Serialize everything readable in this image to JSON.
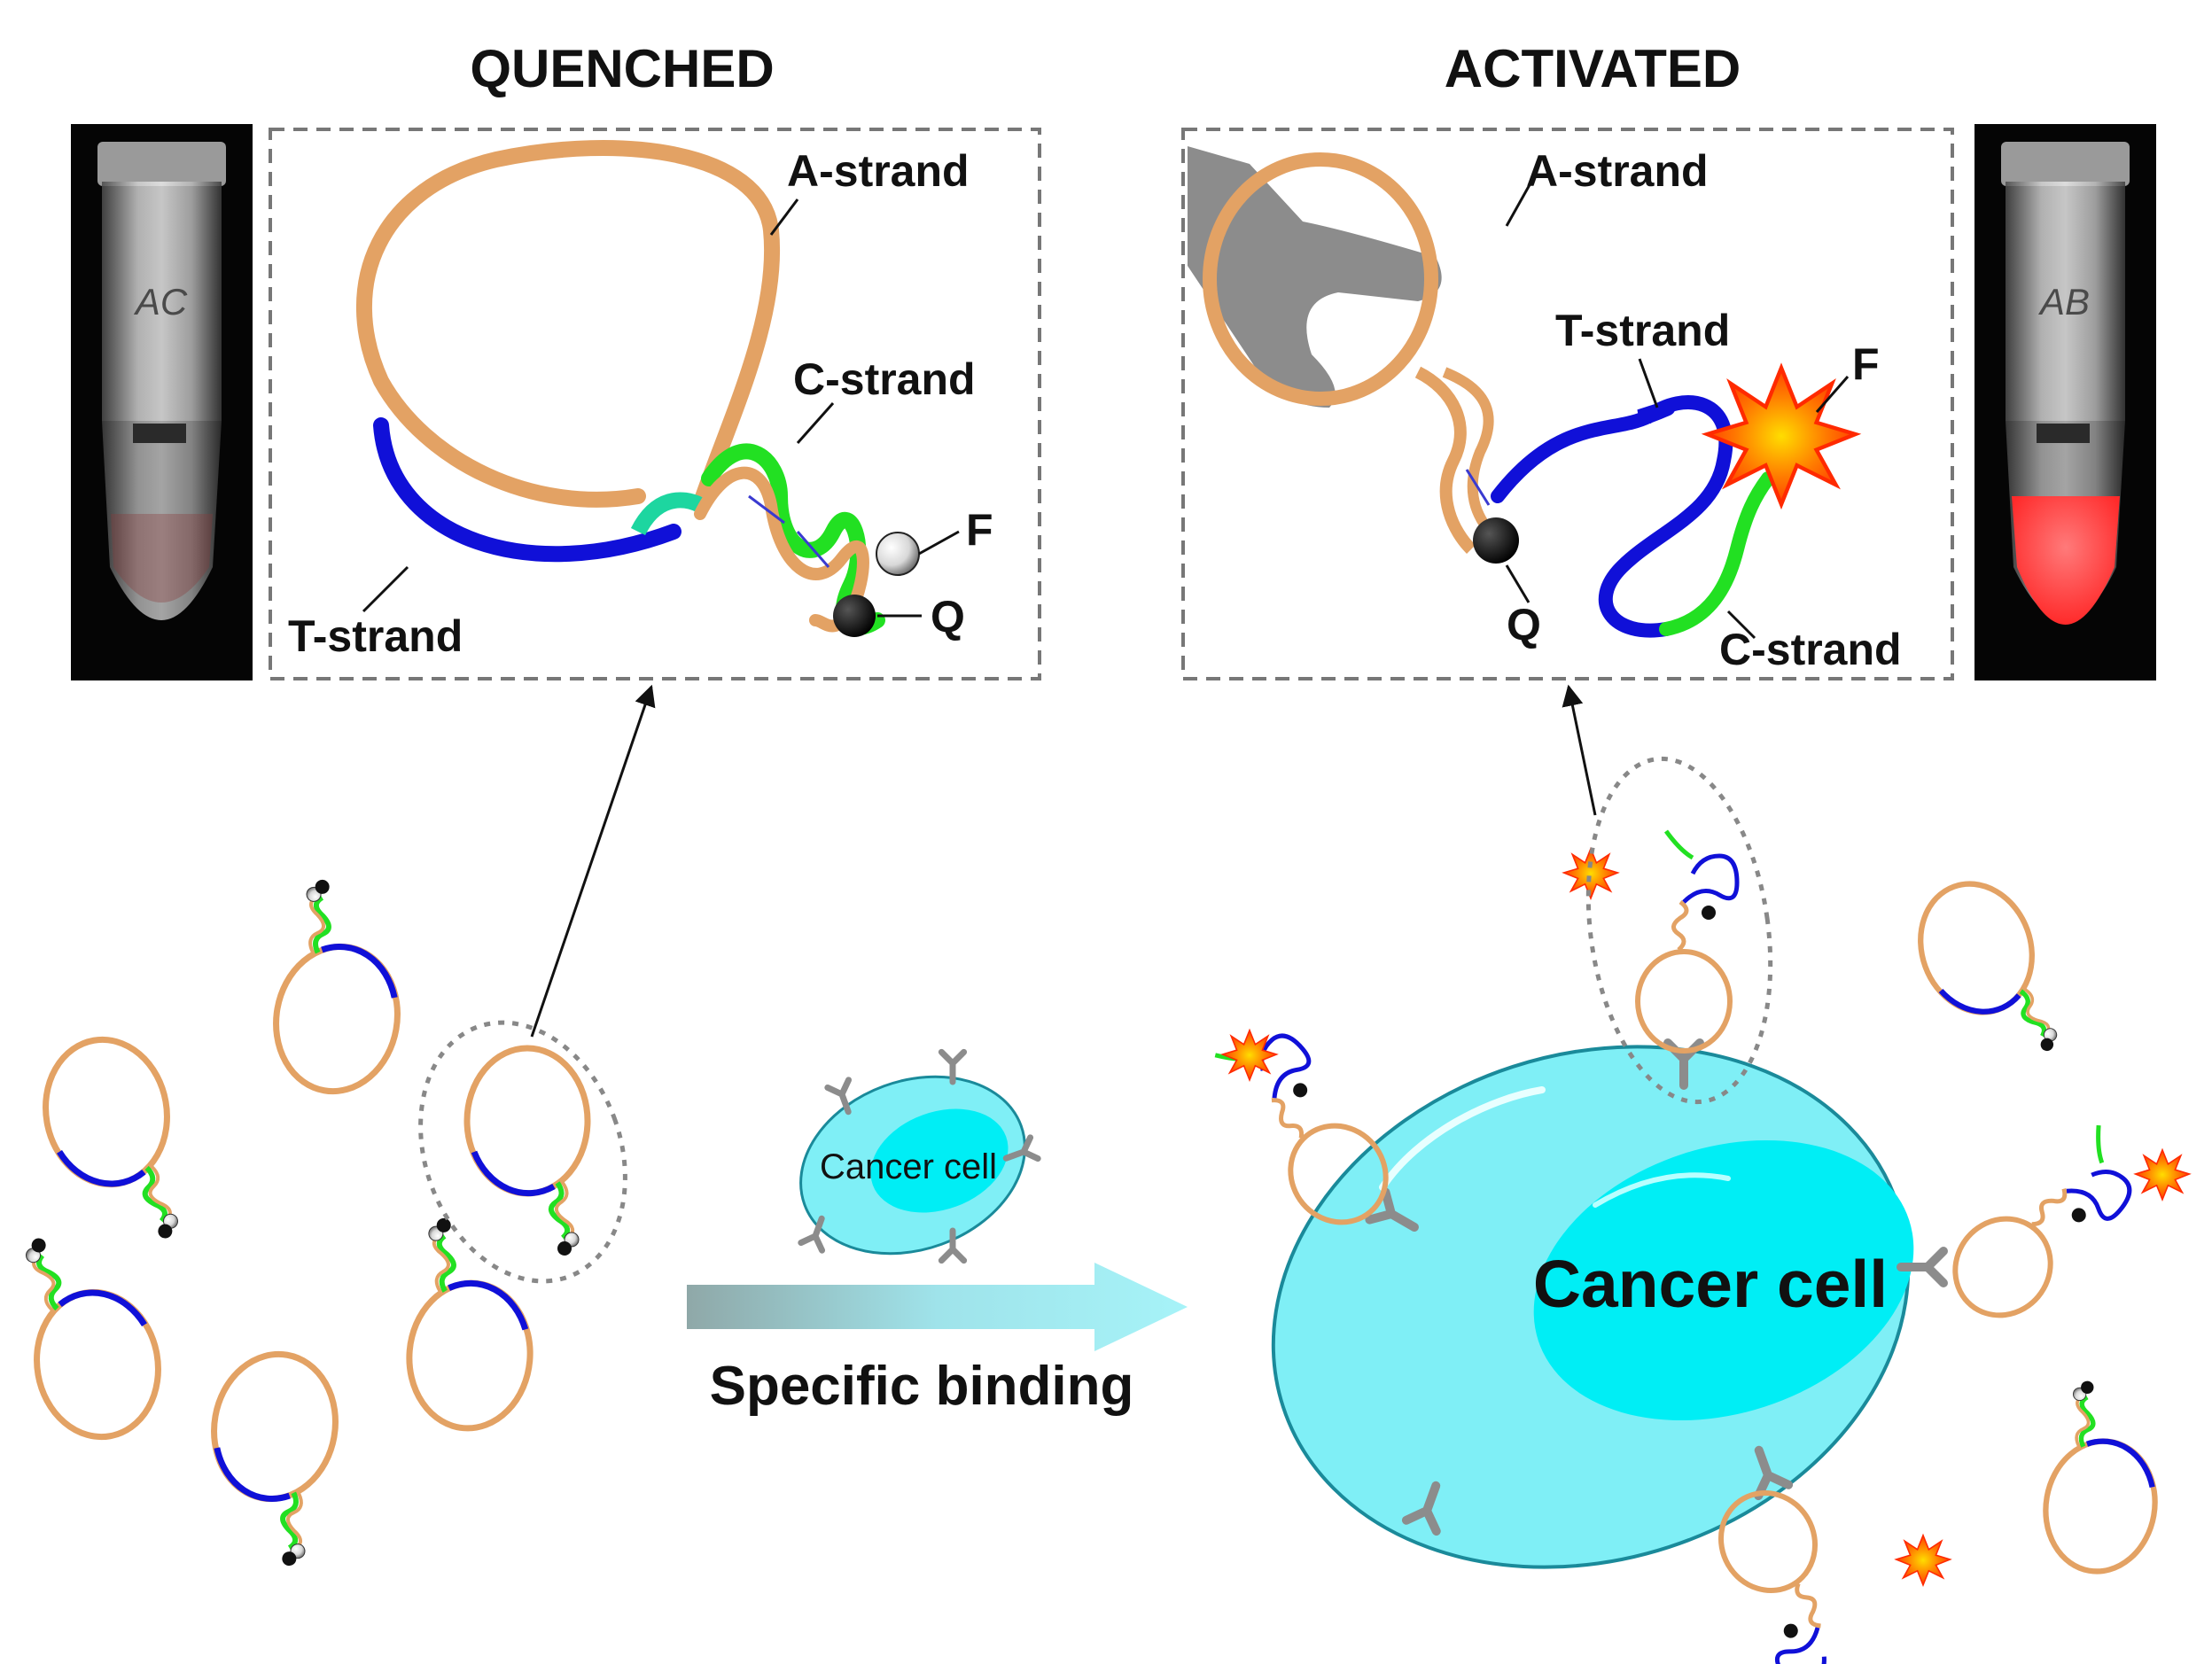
{
  "titles": {
    "quenched": "QUENCHED",
    "activated": "ACTIVATED"
  },
  "quenched_panel": {
    "a_strand": "A-strand",
    "c_strand": "C-strand",
    "t_strand": "T-strand",
    "f": "F",
    "q": "Q"
  },
  "activated_panel": {
    "a_strand": "A-strand",
    "t_strand": "T-strand",
    "c_strand": "C-strand",
    "f": "F",
    "q": "Q"
  },
  "tube_left_label": "AC",
  "tube_right_label": "AB",
  "small_cell_label": "Cancer cell",
  "big_cell_label": "Cancer cell",
  "arrow_label": "Specific binding",
  "colors": {
    "a_strand": "#E3A264",
    "t_strand": "#1010D8",
    "c_strand": "#22E022",
    "cell": "#7FEFF6",
    "nucleus": "#00EEF5",
    "receptor": "#8C8C8C",
    "fluorophore": "#FF4A00",
    "fluorescence": "#FF4A4A"
  }
}
